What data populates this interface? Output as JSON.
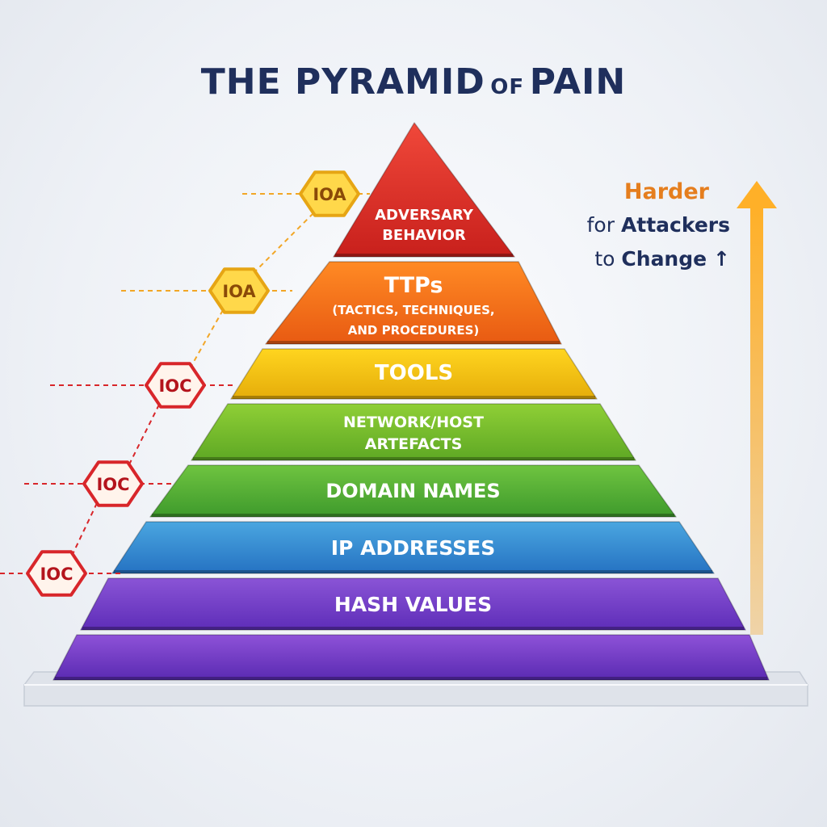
{
  "title": {
    "main": "THE PYRAMID",
    "connector": "OF",
    "end": "PAIN"
  },
  "side_label": {
    "line1": "Harder",
    "line2_prefix": "for",
    "line2_bold": "Attackers",
    "line3_prefix": "to",
    "line3_bold": "Change",
    "line3_arrow": "↑"
  },
  "tiers": [
    {
      "lines": [
        "ADVERSARY",
        "BEHAVIOR"
      ],
      "color_top": "#f0483a",
      "color_bottom": "#c8201c"
    },
    {
      "lines": [
        "TTPs",
        "(TACTICS, TECHNIQUES,",
        "AND PROCEDURES)"
      ],
      "color_top": "#ff8a24",
      "color_bottom": "#e85a12"
    },
    {
      "lines": [
        "TOOLS"
      ],
      "color_top": "#ffd51f",
      "color_bottom": "#e5ac0a"
    },
    {
      "lines": [
        "NETWORK/HOST",
        "ARTEFACTS"
      ],
      "color_top": "#8fcf36",
      "color_bottom": "#5ea824"
    },
    {
      "lines": [
        "DOMAIN NAMES"
      ],
      "color_top": "#6fc440",
      "color_bottom": "#3e9a2c"
    },
    {
      "lines": [
        "IP ADDRESSES"
      ],
      "color_top": "#4aa6e0",
      "color_bottom": "#2572c2"
    },
    {
      "lines": [
        "HASH VALUES"
      ],
      "color_top": "#8a54d6",
      "color_bottom": "#5e2db8"
    },
    {
      "lines": [],
      "color_top": "#8e52d8",
      "color_bottom": "#5a2ab2"
    }
  ],
  "badges": [
    {
      "label": "IOA",
      "type": "ioa"
    },
    {
      "label": "IOA",
      "type": "ioa"
    },
    {
      "label": "IOC",
      "type": "ioc"
    },
    {
      "label": "IOC",
      "type": "ioc"
    },
    {
      "label": "IOC",
      "type": "ioc"
    }
  ],
  "colors": {
    "title": "#1f2f5c",
    "ioa_fill": "#ffd84a",
    "ioa_stroke": "#e6a514",
    "ioc_fill": "#fff4ec",
    "ioc_stroke": "#d8262a",
    "arrow_top": "#ffb028",
    "arrow_bottom": "#f6a21c"
  }
}
